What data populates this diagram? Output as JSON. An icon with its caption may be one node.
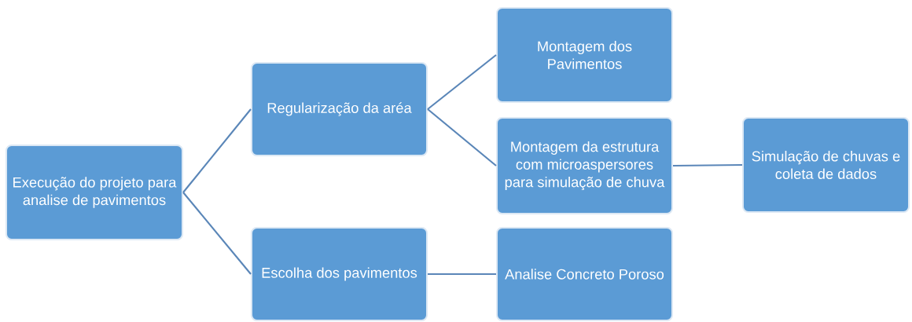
{
  "diagram": {
    "nodes": [
      {
        "text": [
          "Execução do projeto para analise de pavimentos"
        ]
      },
      {
        "text": [
          "Regularização da aréa"
        ]
      },
      {
        "text": [
          "Montagem dos Pavimentos"
        ]
      },
      {
        "text": [
          "Montagem da estrutura com microaspersores para simulação de chuva"
        ]
      },
      {
        "text": [
          "Simulação de chuvas e coleta de dados"
        ]
      },
      {
        "text": [
          "Escolha dos pavimentos"
        ]
      },
      {
        "text": [
          "Analise Concreto Poroso"
        ]
      }
    ],
    "edges": [
      {
        "from": 0,
        "to": 1,
        "arrow": "none"
      },
      {
        "from": 0,
        "to": 5,
        "arrow": "none"
      },
      {
        "from": 1,
        "to": 2,
        "arrow": "none"
      },
      {
        "from": 1,
        "to": 3,
        "arrow": "none"
      },
      {
        "from": 3,
        "to": 4,
        "arrow": "none"
      },
      {
        "from": 5,
        "to": 6,
        "arrow": "none"
      }
    ]
  }
}
